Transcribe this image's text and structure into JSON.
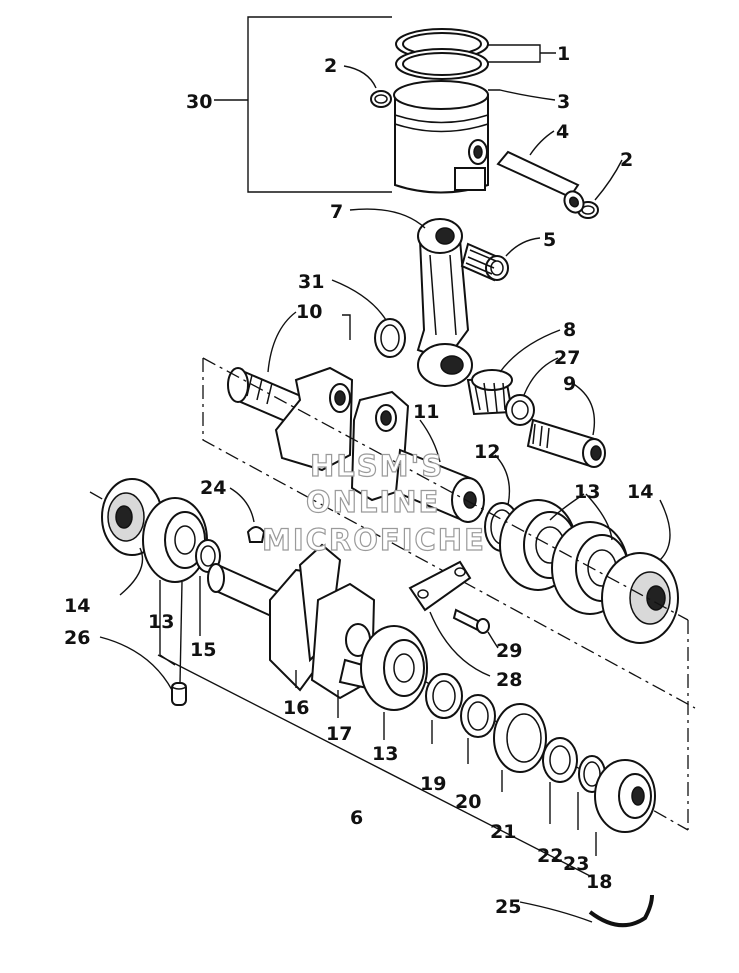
{
  "watermark": {
    "line1": "HLSM'S",
    "line2": "ONLINE",
    "line3": "MICROFICHE"
  },
  "callouts": {
    "c1": "1",
    "c2a": "2",
    "c2b": "2",
    "c3": "3",
    "c4": "4",
    "c5": "5",
    "c6": "6",
    "c7": "7",
    "c8": "8",
    "c9": "9",
    "c10": "10",
    "c11": "11",
    "c12": "12",
    "c13a": "13",
    "c13b": "13",
    "c13c": "13",
    "c14a": "14",
    "c14b": "14",
    "c15": "15",
    "c16": "16",
    "c17": "17",
    "c18": "18",
    "c19": "19",
    "c20": "20",
    "c21": "21",
    "c22": "22",
    "c23": "23",
    "c24": "24",
    "c25": "25",
    "c26": "26",
    "c27": "27",
    "c28": "28",
    "c29": "29",
    "c30": "30",
    "c31": "31"
  }
}
